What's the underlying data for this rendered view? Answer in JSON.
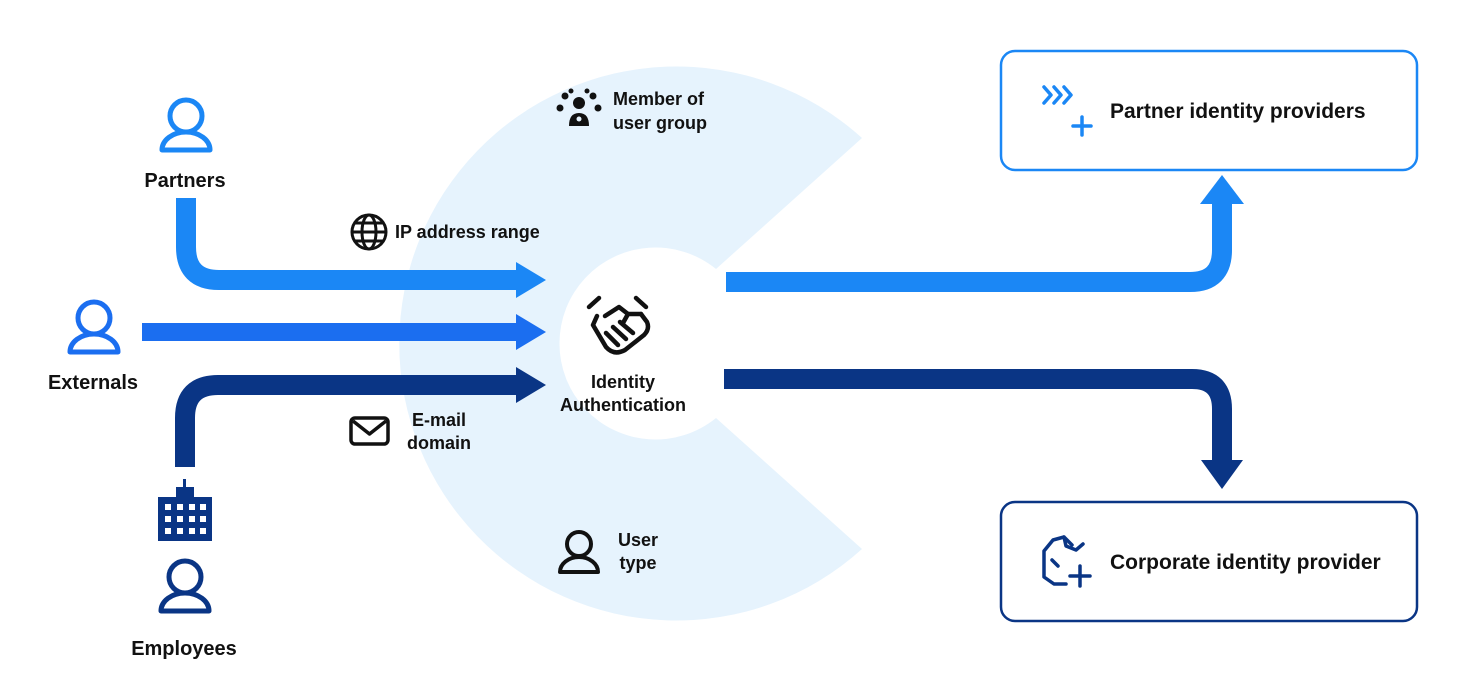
{
  "actors": {
    "partners": {
      "label": "Partners",
      "color": "#1b87f5",
      "icon": "person-icon"
    },
    "externals": {
      "label": "Externals",
      "color": "#1b6ef0",
      "icon": "person-icon"
    },
    "employees": {
      "label": "Employees",
      "color": "#0a3585",
      "icon": "building-person-icon"
    }
  },
  "criteria": {
    "member_group": {
      "line1": "Member of",
      "line2": "user group",
      "icon": "user-group-icon"
    },
    "ip_range": {
      "label": "IP address range",
      "icon": "globe-icon"
    },
    "email_domain": {
      "line1": "E-mail",
      "line2": "domain",
      "icon": "envelope-icon"
    },
    "user_type": {
      "line1": "User",
      "line2": "type",
      "icon": "person-icon"
    }
  },
  "center": {
    "line1": "Identity",
    "line2": "Authentication",
    "icon": "handshake-icon"
  },
  "providers": {
    "partner": {
      "label": "Partner identity providers",
      "color": "#1b87f5",
      "icon": "forward-plus-icon"
    },
    "corporate": {
      "label": "Corporate identity provider",
      "color": "#0a3585",
      "icon": "cube-plus-icon"
    }
  },
  "colors": {
    "background_shape": "#e6f3fd",
    "light_blue": "#1b87f5",
    "mid_blue": "#1b6ef0",
    "dark_blue": "#0a3585"
  }
}
